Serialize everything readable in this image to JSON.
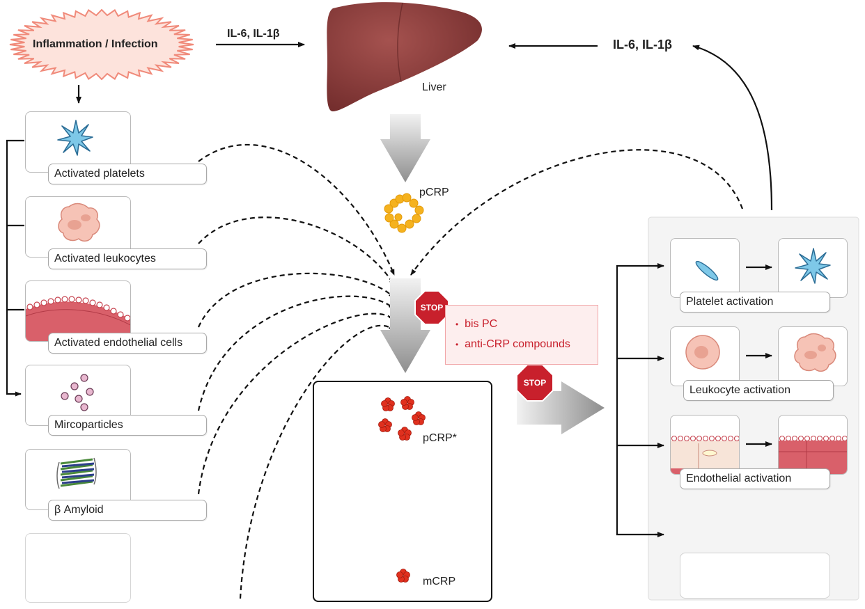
{
  "trigger": {
    "label": "Inflammation / Infection"
  },
  "cytokines": {
    "left": "IL-6, IL-1β",
    "right": "IL-6, IL-1β"
  },
  "liver": {
    "label": "Liver"
  },
  "stimuli": [
    {
      "label": "Activated platelets",
      "icon": "activated-platelet-icon"
    },
    {
      "label": "Activated leukocytes",
      "icon": "activated-leukocyte-icon"
    },
    {
      "label": "Activated endothelial cells",
      "icon": "endothelial-cells-icon"
    },
    {
      "label": "Mircoparticles",
      "icon": "microparticles-icon"
    },
    {
      "label": "β Amyloid",
      "icon": "beta-amyloid-icon"
    }
  ],
  "crp": {
    "pentamer": "pCRP",
    "activated": "pCRP*",
    "monomer": "mCRP"
  },
  "stop": {
    "sign_label": "STOP",
    "inhibitors": [
      "bis PC",
      "anti-CRP compounds"
    ]
  },
  "effects": [
    {
      "label": "Platelet activation"
    },
    {
      "label": "Leukocyte activation"
    },
    {
      "label": "Endothelial activation"
    }
  ],
  "colors": {
    "crp_yellow": "#f5b21e",
    "crp_red": "#e0301e",
    "stop_red": "#c8202c",
    "liver": "#8b3a3a",
    "inflammation_fill": "#fde3dc",
    "inflammation_stroke": "#f08a7a"
  }
}
